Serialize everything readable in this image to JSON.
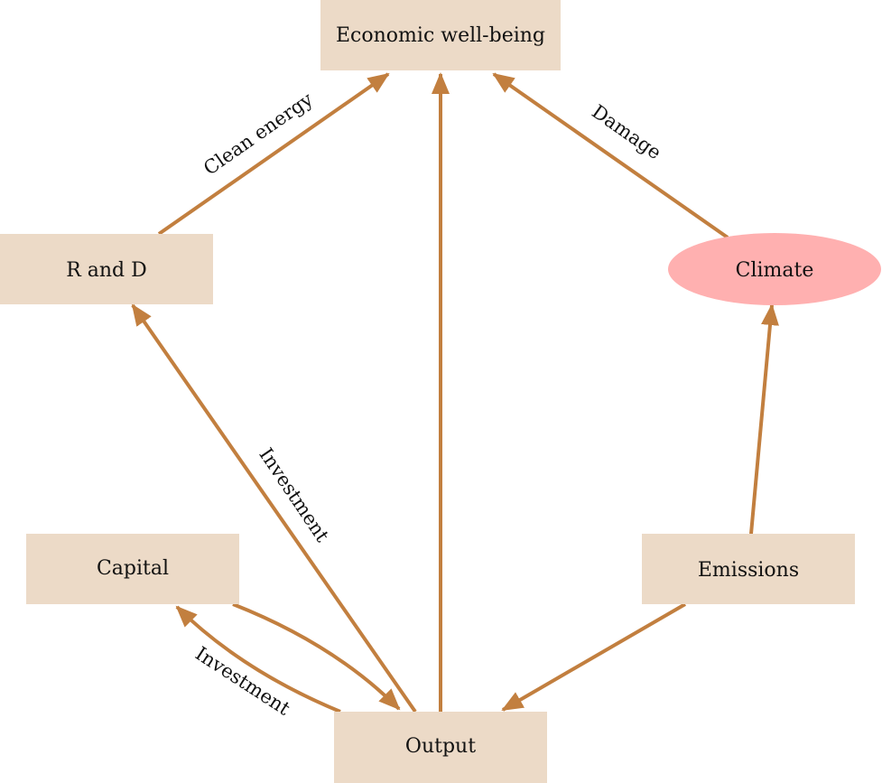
{
  "diagram": {
    "edge_color": "#c27f3f",
    "node_fill": "#ecdac7",
    "climate_fill": "#ffb0b0",
    "nodes": {
      "economic_wellbeing": "Economic well-being",
      "r_and_d": "R and D",
      "climate": "Climate",
      "capital": "Capital",
      "emissions": "Emissions",
      "output": "Output"
    },
    "edge_labels": {
      "clean_energy": "Clean energy",
      "damage": "Damage",
      "investment_rd": "Investment",
      "investment_capital": "Investment"
    }
  }
}
